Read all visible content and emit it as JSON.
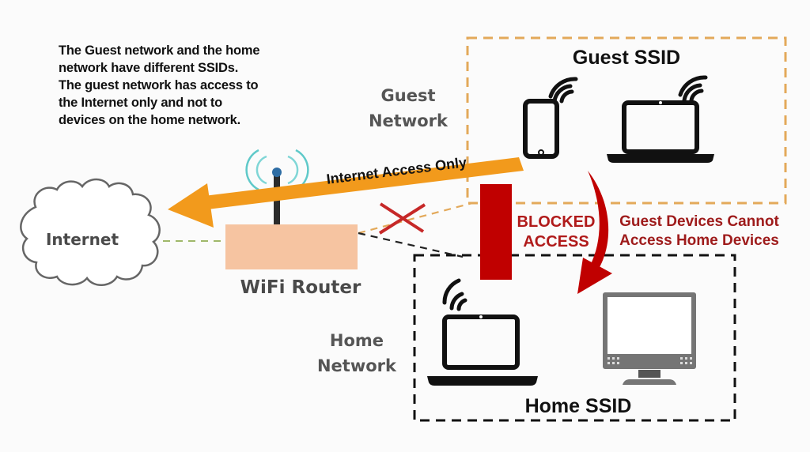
{
  "description_note": {
    "lines": [
      "The Guest network and the home",
      "network have different SSIDs.",
      "The guest network has access to",
      "the Internet only and not to",
      "devices on the home network."
    ]
  },
  "internet": {
    "label": "Internet",
    "icon": "cloud-icon"
  },
  "router": {
    "label": "WiFi Router",
    "icon": "router-antenna-icon",
    "color": "#f6c4a1"
  },
  "guest_network": {
    "label_lines": [
      "Guest",
      "Network"
    ],
    "ssid_label": "Guest SSID",
    "border_color": "#e3a95a",
    "devices": [
      {
        "name": "smartphone",
        "icon": "smartphone-icon",
        "wifi": true
      },
      {
        "name": "laptop",
        "icon": "laptop-icon",
        "wifi": true
      }
    ]
  },
  "home_network": {
    "label_lines": [
      "Home",
      "Network"
    ],
    "ssid_label": "Home SSID",
    "border_color": "#111111",
    "devices": [
      {
        "name": "laptop",
        "icon": "laptop-icon",
        "wifi": true
      },
      {
        "name": "desktop-monitor",
        "icon": "monitor-icon",
        "wifi": false
      }
    ]
  },
  "internet_access_arrow": {
    "label": "Internet Access Only",
    "color": "#f29a1c"
  },
  "blocked": {
    "label_lines": [
      "BLOCKED",
      "ACCESS"
    ],
    "barrier_color": "#c00000",
    "text_color": "#b01a1a",
    "x_mark_color": "#c62828"
  },
  "guest_to_home_arrow": {
    "label_lines": [
      "Guest Devices Cannot",
      "Access Home Devices"
    ],
    "color": "#c00000"
  }
}
